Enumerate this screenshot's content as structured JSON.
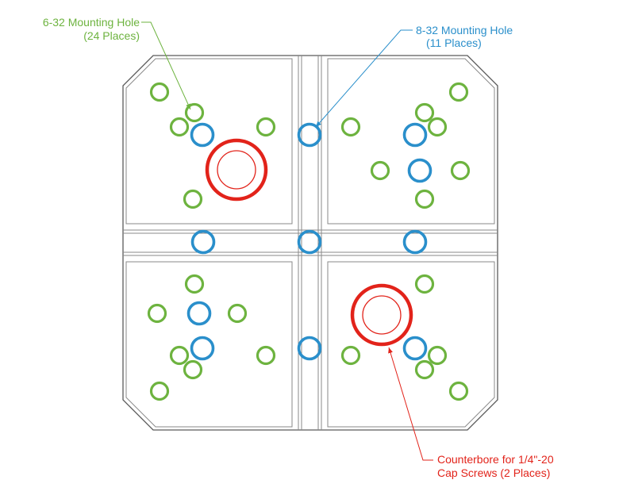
{
  "callouts": {
    "green": {
      "line1": "6-32 Mounting Hole",
      "line2": "(24 Places)",
      "color": "#6db33f"
    },
    "blue": {
      "line1": "8-32 Mounting Hole",
      "line2": "(11 Places)",
      "color": "#2a8fcb"
    },
    "red": {
      "line1": "Counterbore for 1/4\"-20",
      "line2": "Cap Screws (2 Places)",
      "color": "#e2231a"
    }
  }
}
